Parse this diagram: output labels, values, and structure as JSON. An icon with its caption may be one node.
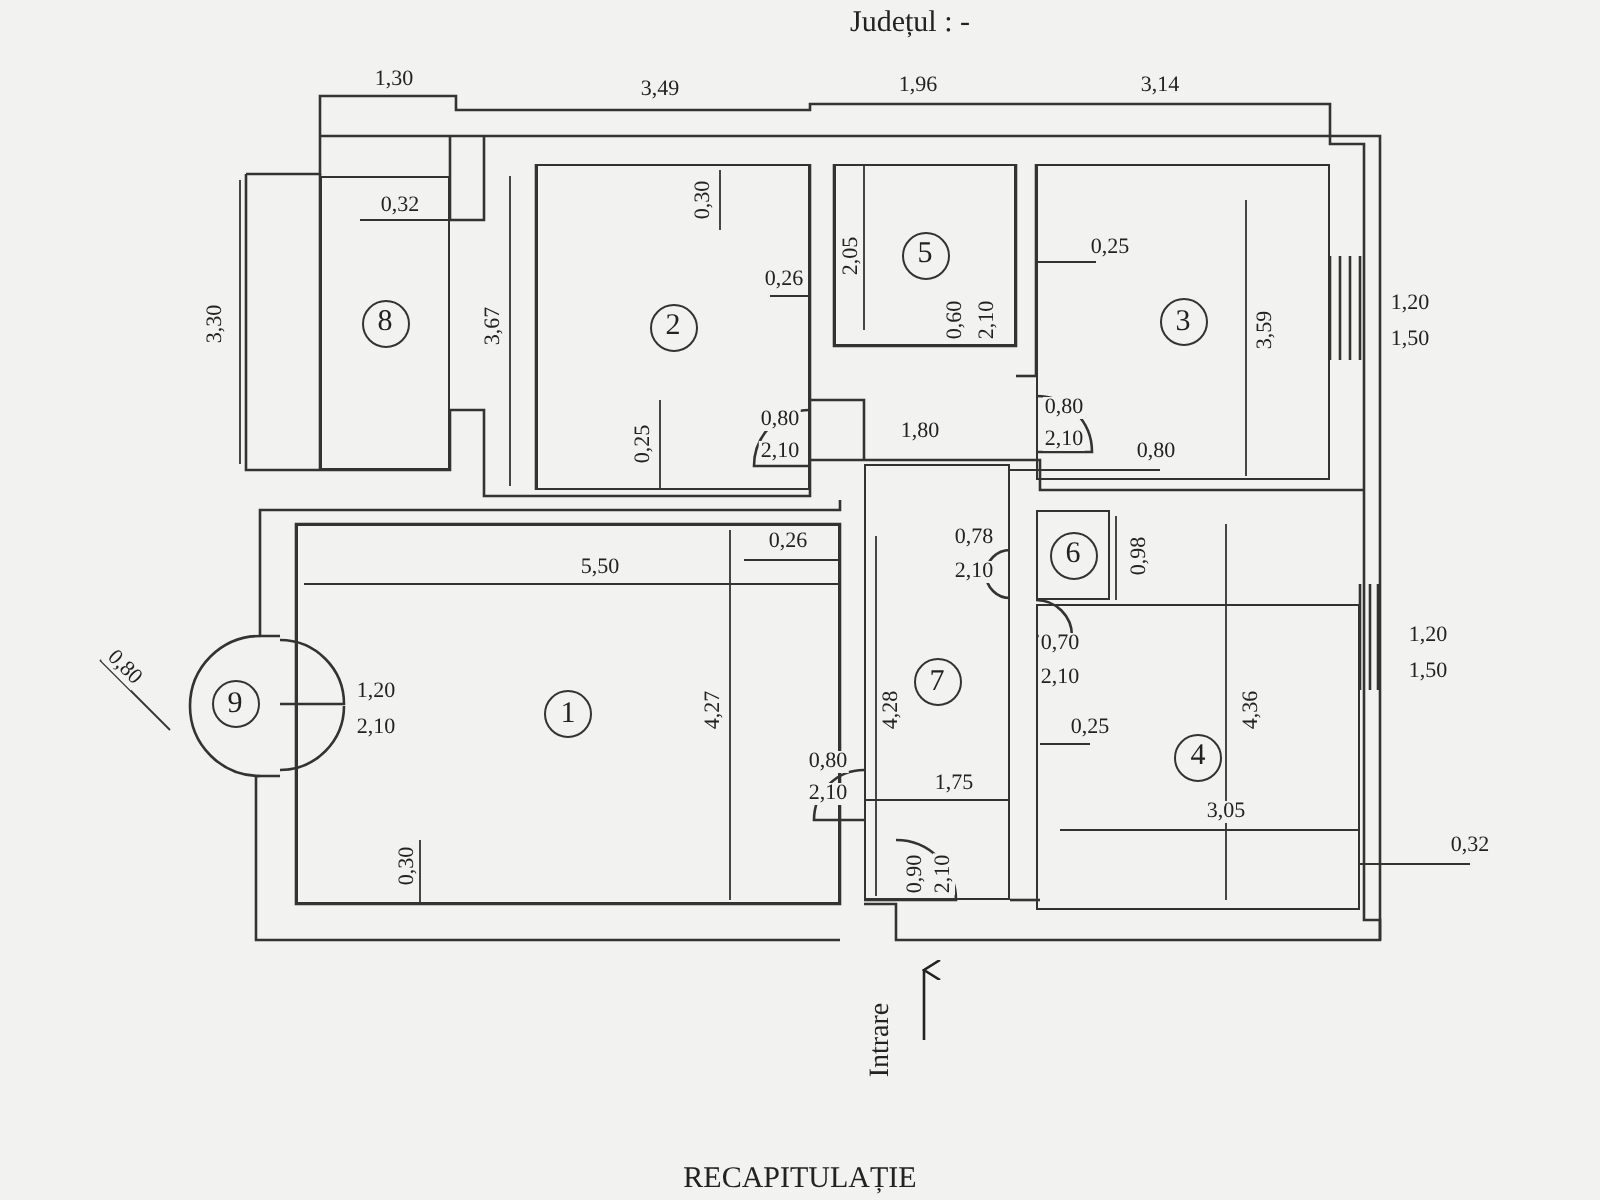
{
  "diagram": {
    "nodes": [
      {
        "text": [
          "8"
        ]
      },
      {
        "text": [
          "2"
        ]
      },
      {
        "text": [
          "5"
        ]
      },
      {
        "text": [
          "3"
        ]
      },
      {
        "text": [
          "9"
        ]
      },
      {
        "text": [
          "1"
        ]
      },
      {
        "text": [
          "7"
        ]
      },
      {
        "text": [
          "6"
        ]
      },
      {
        "text": [
          "4"
        ]
      }
    ],
    "labels": [
      "Județul : -",
      "1,30",
      "3,49",
      "1,96",
      "3,14",
      "0,32",
      "0,30",
      "0,26",
      "2,05",
      "0,25",
      "3,30",
      "3,67",
      "3,59",
      "1,20",
      "1,50",
      "0,60",
      "2,10",
      "0,80",
      "2,10",
      "0,80",
      "2,10",
      "1,80",
      "0,25",
      "0,80",
      "5,50",
      "0,26",
      "0,78",
      "2,10",
      "0,98",
      "0,80",
      "1,20",
      "2,10",
      "4,27",
      "4,28",
      "0,70",
      "2,10",
      "1,20",
      "1,50",
      "4,36",
      "0,25",
      "0,80",
      "2,10",
      "1,75",
      "3,05",
      "0,30",
      "0,32",
      "0,90",
      "2,10",
      "Intrare",
      "RECAPITULAȚIE"
    ]
  }
}
